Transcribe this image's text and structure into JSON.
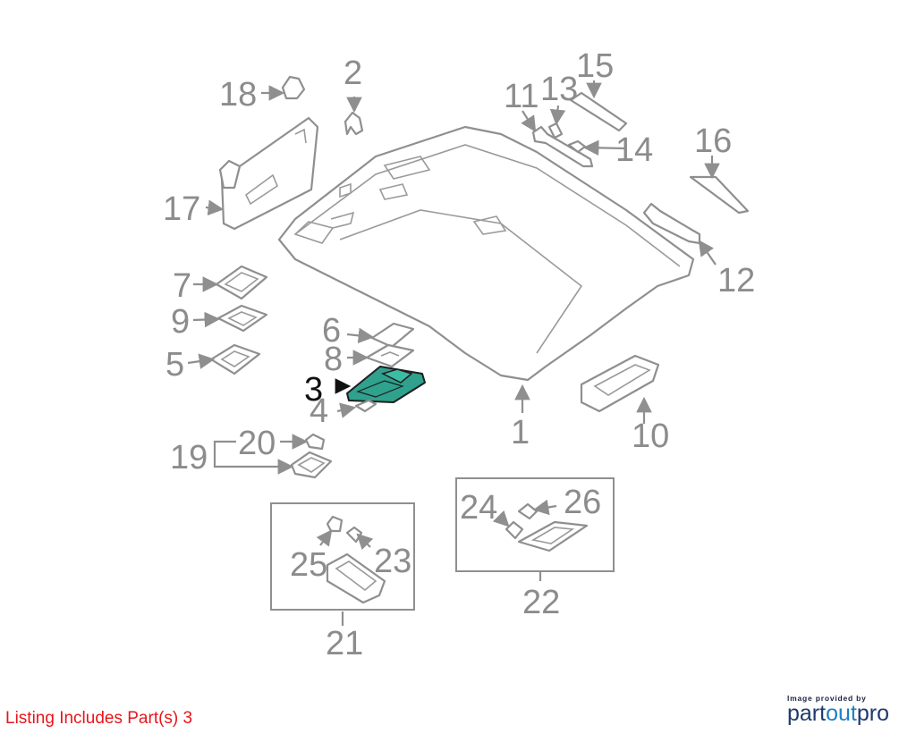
{
  "diagram": {
    "callouts": [
      "1",
      "2",
      "3",
      "4",
      "5",
      "6",
      "7",
      "8",
      "9",
      "10",
      "11",
      "12",
      "13",
      "14",
      "15",
      "16",
      "17",
      "18",
      "19",
      "20",
      "21",
      "22",
      "23",
      "24",
      "25",
      "26"
    ],
    "highlighted_part": "3",
    "highlight_color": "#2fa18d"
  },
  "footer": {
    "listing_text": "Listing Includes Part(s) 3",
    "listing_color": "#e8151b",
    "credit_small": "Image provided by",
    "credit_brand_a": "part",
    "credit_brand_b": "out",
    "credit_brand_c": "pro"
  }
}
